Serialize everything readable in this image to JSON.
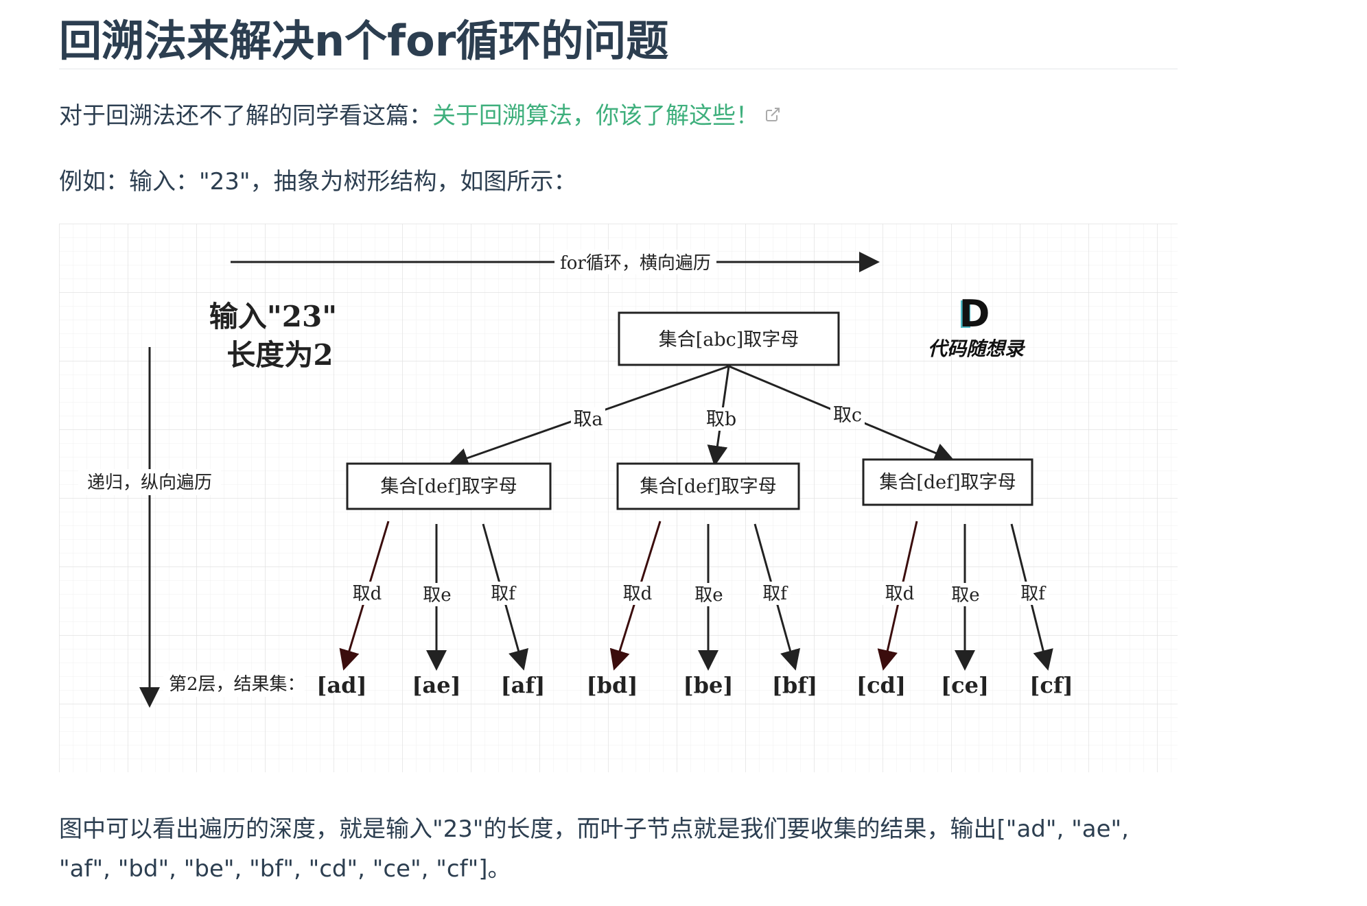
{
  "page": {
    "title": "回溯法来解决n个for循环的问题"
  },
  "intro": {
    "prefix": "对于回溯法还不了解的同学看这篇：",
    "link_text": "关于回溯算法，你该了解这些！",
    "icon": "external-link-icon"
  },
  "example": {
    "text": "例如：输入：\"23\"，抽象为树形结构，如图所示："
  },
  "diagram": {
    "top_arrow_label": "for循环，横向遍历",
    "input_line1": "输入\"23\"",
    "input_line2": "长度为2",
    "logo_letter": "D",
    "logo_text": "代码随想录",
    "recursion_label": "递归，纵向遍历",
    "root_node": "集合[abc]取字母",
    "child_nodes": [
      "集合[def]取字母",
      "集合[def]取字母",
      "集合[def]取字母"
    ],
    "level1_edges": [
      "取a",
      "取b",
      "取c"
    ],
    "level2_edges": [
      "取d",
      "取e",
      "取f",
      "取d",
      "取e",
      "取f",
      "取d",
      "取e",
      "取f"
    ],
    "result_label": "第2层，结果集：",
    "results": [
      "[ad]",
      "[ae]",
      "[af]",
      "[bd]",
      "[be]",
      "[bf]",
      "[cd]",
      "[ce]",
      "[cf]"
    ],
    "colors": {
      "grid": "#e6e6e6",
      "line": "#222222",
      "dark_red_edge": "#3b0d0d",
      "logo_accent": "#4bb8c4"
    }
  },
  "conclusion": {
    "text": "图中可以看出遍历的深度，就是输入\"23\"的长度，而叶子节点就是我们要收集的结果，输出[\"ad\", \"ae\", \"af\", \"bd\", \"be\", \"bf\", \"cd\", \"ce\", \"cf\"]。"
  }
}
